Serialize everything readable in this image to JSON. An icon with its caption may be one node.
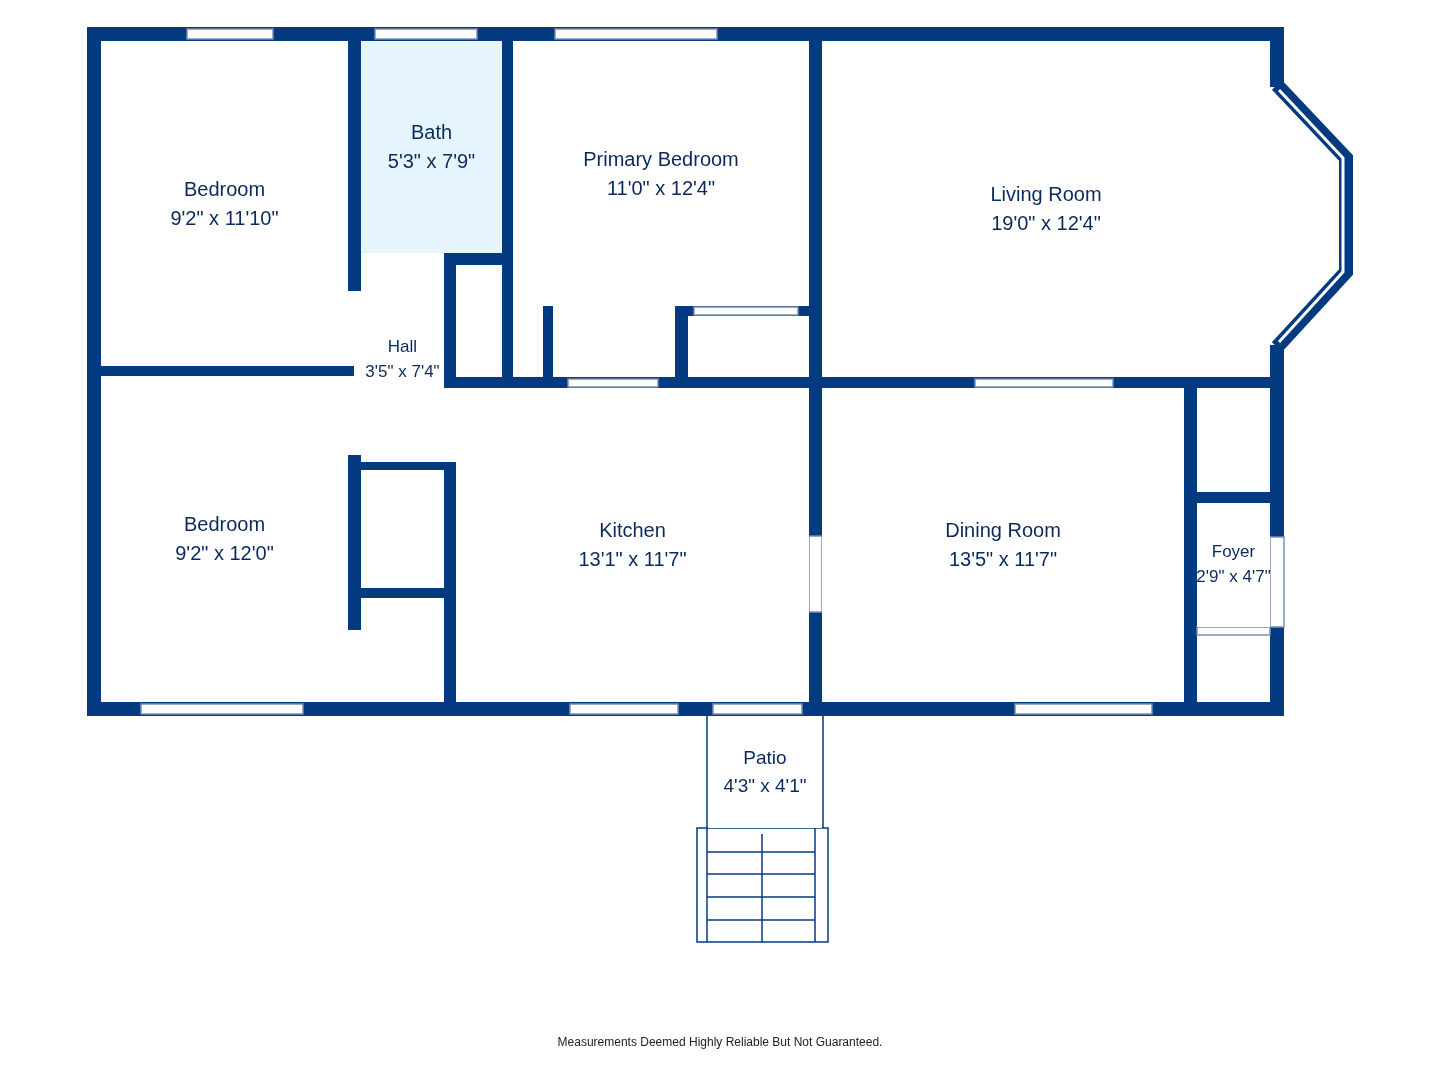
{
  "diagram": {
    "nodes": [
      {
        "text": [
          "Bedroom",
          "9'2\" x 11'10\""
        ]
      },
      {
        "text": [
          "Bath",
          "5'3\" x 7'9\""
        ]
      },
      {
        "text": [
          "Primary Bedroom",
          "11'0\" x 12'4\""
        ]
      },
      {
        "text": [
          "Living Room",
          "19'0\" x 12'4\""
        ]
      },
      {
        "text": [
          "Hall",
          "3'5\" x 7'4\""
        ]
      },
      {
        "text": [
          "Bedroom",
          "9'2\" x 12'0\""
        ]
      },
      {
        "text": [
          "Kitchen",
          "13'1\" x 11'7\""
        ]
      },
      {
        "text": [
          "Dining Room",
          "13'5\" x 11'7\""
        ]
      },
      {
        "text": [
          "Foyer",
          "2'9\" x 4'7\""
        ]
      },
      {
        "text": [
          "Patio",
          "4'3\" x 4'1\""
        ]
      }
    ],
    "edges": [],
    "labels": [
      "Measurements Deemed Highly Reliable But Not Guaranteed."
    ]
  }
}
